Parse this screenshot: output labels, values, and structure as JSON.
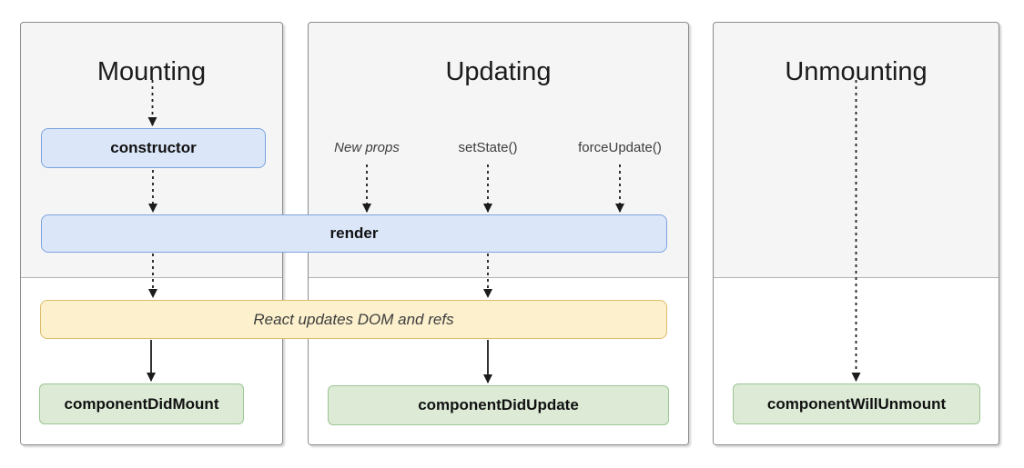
{
  "columns": [
    {
      "title": "Mounting"
    },
    {
      "title": "Updating"
    },
    {
      "title": "Unmounting"
    }
  ],
  "triggers": [
    {
      "label": "New props"
    },
    {
      "label": "setState()"
    },
    {
      "label": "forceUpdate()"
    }
  ],
  "boxes": {
    "constructor_method": {
      "label": "constructor"
    },
    "render_method": {
      "label": "render"
    },
    "react_updates": {
      "label": "React updates DOM and refs"
    },
    "component_did_mount": {
      "label": "componentDidMount"
    },
    "component_did_update": {
      "label": "componentDidUpdate"
    },
    "component_will_unmount": {
      "label": "componentWillUnmount"
    }
  },
  "colors": {
    "panel_fill": "#f5f5f5",
    "panel_border": "#8c8c8c",
    "divider": "#b3b3b3",
    "method_box_fill": "#dbe7f9",
    "method_box_border": "#7aa3e0",
    "commit_box_fill": "#dcead6",
    "commit_box_border": "#9cc694",
    "side_effect_box_fill": "#fcf0cd",
    "side_effect_box_border": "#dcbd6a",
    "arrow_color": "#1c1c1c",
    "text_primary": "#1b1b1b",
    "text_muted": "#3d3d3d"
  }
}
